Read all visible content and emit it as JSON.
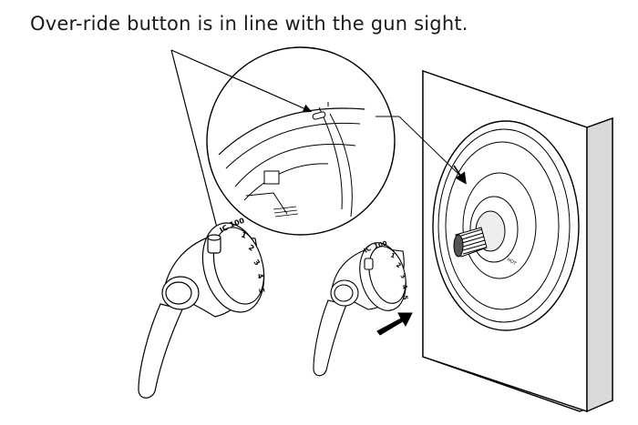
{
  "caption": "Over-ride button is in line with the gun sight.",
  "dial_large": {
    "ic": "IC",
    "ic_num": "100",
    "ticks": [
      "1",
      "2",
      "3",
      "4",
      "5"
    ]
  },
  "dial_small": {
    "ic": "IC",
    "ic_num": "100",
    "ticks": [
      "1",
      "2",
      "3",
      "4",
      "5"
    ]
  },
  "plate_label": "HOT"
}
